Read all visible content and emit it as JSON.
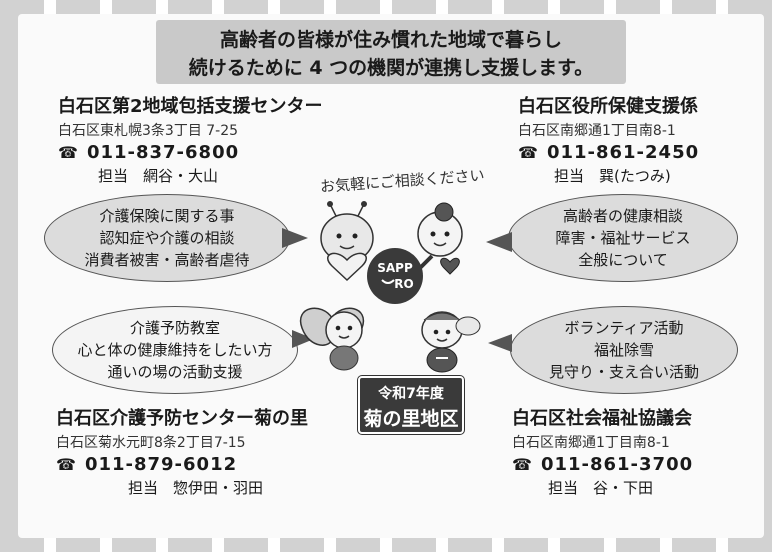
{
  "header": {
    "line1": "高齢者の皆様が住み慣れた地域で暮らし",
    "line2": "続けるために 4 つの機関が連携し支援します。"
  },
  "tagline": "お気軽にご相談ください",
  "orgs": {
    "top_left": {
      "name": "白石区第2地域包括支援センター",
      "address": "白石区東札幌3条3丁目 7-25",
      "phone": "011-837-6800",
      "staff": "担当　網谷・大山"
    },
    "top_right": {
      "name": "白石区役所保健支援係",
      "address": "白石区南郷通1丁目南8-1",
      "phone": "011-861-2450",
      "staff": "担当　巽(たつみ)"
    },
    "bottom_left": {
      "name": "白石区介護予防センター菊の里",
      "address": "白石区菊水元町8条2丁目7-15",
      "phone": "011-879-6012",
      "staff": "担当　惣伊田・羽田"
    },
    "bottom_right": {
      "name": "白石区社会福祉協議会",
      "address": "白石区南郷通1丁目南8-1",
      "phone": "011-861-3700",
      "staff": "担当　谷・下田"
    }
  },
  "bubbles": {
    "top_left": [
      "介護保険に関する事",
      "認知症や介護の相談",
      "消費者被害・高齢者虐待"
    ],
    "top_right": [
      "高齢者の健康相談",
      "障害・福祉サービス",
      "全般について"
    ],
    "bottom_left": [
      "介護予防教室",
      "心と体の健康維持をしたい方",
      "通いの場の活動支援"
    ],
    "bottom_right": [
      "ボランティア活動",
      "福祉除雪",
      "見守り・支え合い活動"
    ]
  },
  "logo": {
    "line1": "SAPP",
    "line2": "RO"
  },
  "badge": {
    "line1": "令和7年度",
    "line2": "菊の里地区"
  },
  "icons": {
    "phone": "phone-icon"
  }
}
